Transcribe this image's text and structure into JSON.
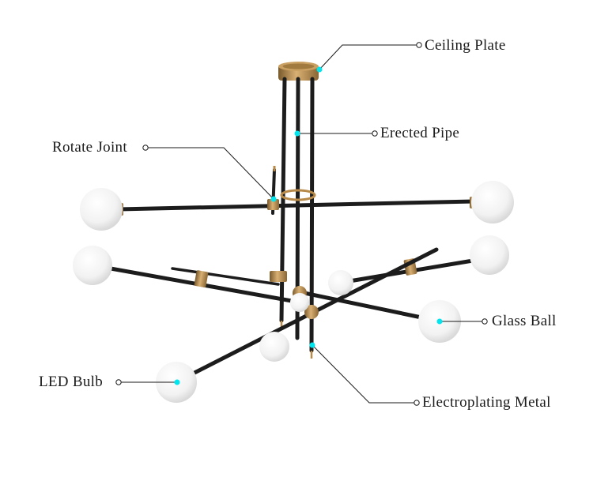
{
  "callouts": [
    {
      "id": "ceiling-plate",
      "label": "Ceiling Plate"
    },
    {
      "id": "erected-pipe",
      "label": "Erected Pipe"
    },
    {
      "id": "rotate-joint",
      "label": "Rotate Joint"
    },
    {
      "id": "glass-ball",
      "label": "Glass Ball"
    },
    {
      "id": "led-bulb",
      "label": "LED Bulb"
    },
    {
      "id": "electroplating-metal",
      "label": "Electroplating Metal"
    }
  ],
  "colors": {
    "pipe": "#1c1c1c",
    "brass": "#b88a4a",
    "glass": "#f4f4f4",
    "marker": "#00e5ee",
    "line": "#1a1a1a"
  }
}
